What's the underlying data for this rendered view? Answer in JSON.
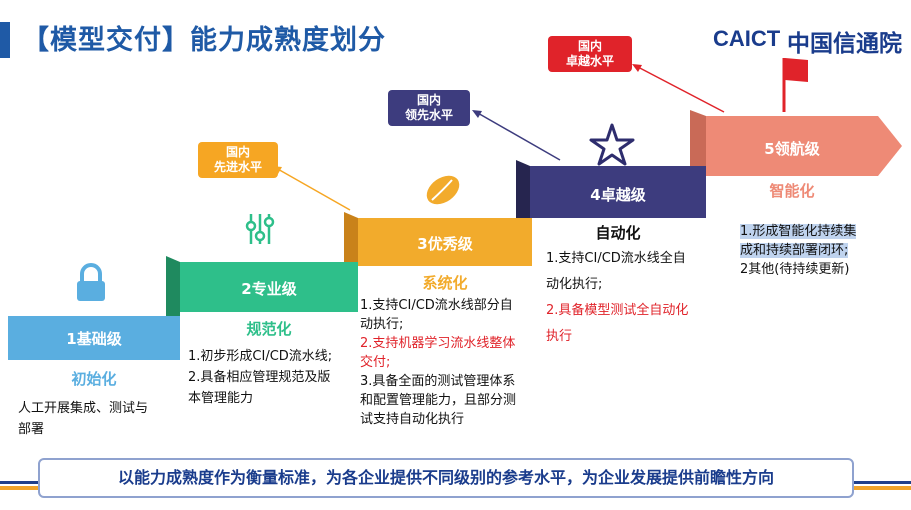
{
  "title": "【模型交付】能力成熟度划分",
  "logo": {
    "en": "CAICT",
    "cn": "中国信通院"
  },
  "levels": [
    {
      "label": "1基础级",
      "sub": "初始化",
      "color": "#5aaee0",
      "desc": [
        "人工开展集成、测试与",
        "部署"
      ]
    },
    {
      "label": "2专业级",
      "sub": "规范化",
      "color": "#2ebf8a",
      "desc": [
        "1.初步形成CI/CD流水线;",
        "2.具备相应管理规范及版",
        "本管理能力"
      ]
    },
    {
      "label": "3优秀级",
      "sub": "系统化",
      "color": "#f2ab2c",
      "desc": [
        "1.支持CI/CD流水线部分自",
        "动执行;",
        "2.支持机器学习流水线整体",
        "交付;",
        "3.具备全面的测试管理体系",
        "和配置管理能力，且部分测",
        "试支持自动化执行"
      ]
    },
    {
      "label": "4卓越级",
      "sub": "自动化",
      "color": "#3d3c7e",
      "desc": [
        "1.支持CI/CD流水线全自",
        "动化执行;",
        "2.具备模型测试全自动化",
        "执行"
      ]
    },
    {
      "label": "5领航级",
      "sub": "智能化",
      "color": "#ee8a76",
      "desc": [
        "1.形成智能化持续集",
        "成和持续部署闭环;",
        "2其他(待持续更新)"
      ]
    }
  ],
  "badges": [
    {
      "line1": "国内",
      "line2": "先进水平",
      "color": "#f6a623"
    },
    {
      "line1": "国内",
      "line2": "领先水平",
      "color": "#3d3c7e"
    },
    {
      "line1": "国内",
      "line2": "卓越水平",
      "color": "#e0232a"
    }
  ],
  "footer": "以能力成熟度作为衡量标准，为各企业提供不同级别的参考水平，为企业发展提供前瞻性方向",
  "icons": [
    "lock-icon",
    "sliders-icon",
    "leaf-icon",
    "star-icon",
    "flag-icon"
  ]
}
